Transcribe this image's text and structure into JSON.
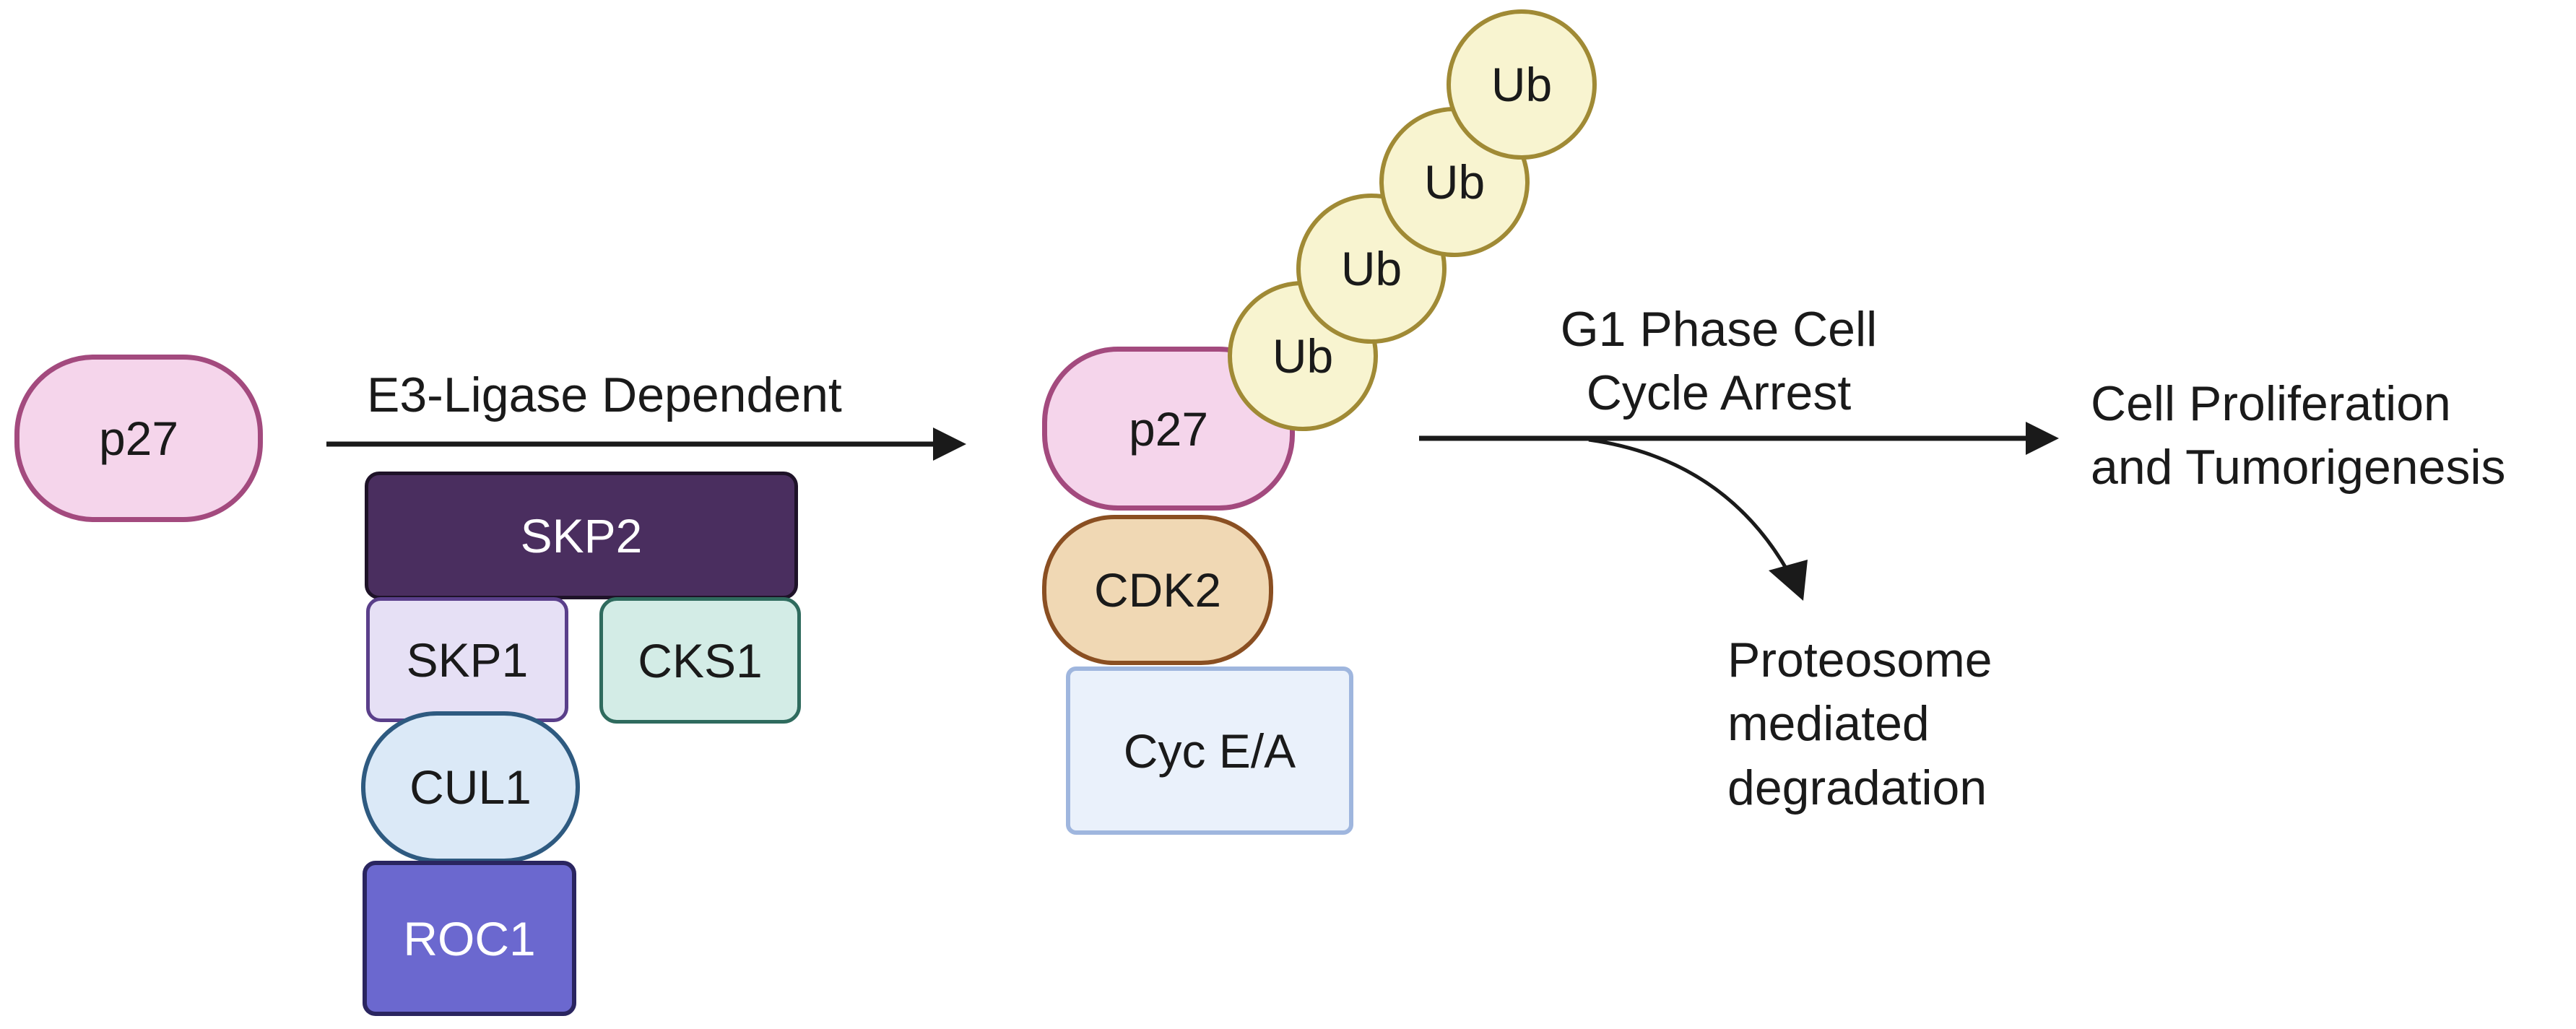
{
  "left": {
    "p27_label": "p27",
    "arrow_label": "E3-Ligase Dependent",
    "complex": {
      "skp2": "SKP2",
      "skp1": "SKP1",
      "cks1": "CKS1",
      "cul1": "CUL1",
      "roc1": "ROC1"
    }
  },
  "middle": {
    "p27_label": "p27",
    "cdk2_label": "CDK2",
    "cyclin_label": "Cyc E/A",
    "ubiquitins": [
      "Ub",
      "Ub",
      "Ub",
      "Ub"
    ]
  },
  "right": {
    "arrest_line1": "G1 Phase Cell",
    "arrest_line2": "Cycle Arrest",
    "outcome_line1": "Cell Proliferation",
    "outcome_line2": "and Tumorigenesis",
    "degradation_line1": "Proteosome",
    "degradation_line2": "mediated",
    "degradation_line3": "degradation"
  },
  "colors": {
    "p27_fill": "#f5d5eb",
    "p27_stroke": "#a34a7e",
    "skp2_fill": "#4a2e5f",
    "skp1_fill": "#e6e0f5",
    "skp1_stroke": "#5a3f8a",
    "cks1_fill": "#d3ece6",
    "cks1_stroke": "#2f6b5e",
    "cul1_fill": "#dbe9f7",
    "cul1_stroke": "#2e5a80",
    "roc1_fill": "#6b68cf",
    "roc1_stroke": "#2a2560",
    "cdk2_fill": "#f0d8b4",
    "cdk2_stroke": "#8a4f22",
    "cyclin_fill": "#eaf1fb",
    "cyclin_stroke": "#9fb6de",
    "ub_fill": "#f8f4d0",
    "ub_stroke": "#a08a35",
    "arrow": "#1a1a1a"
  }
}
